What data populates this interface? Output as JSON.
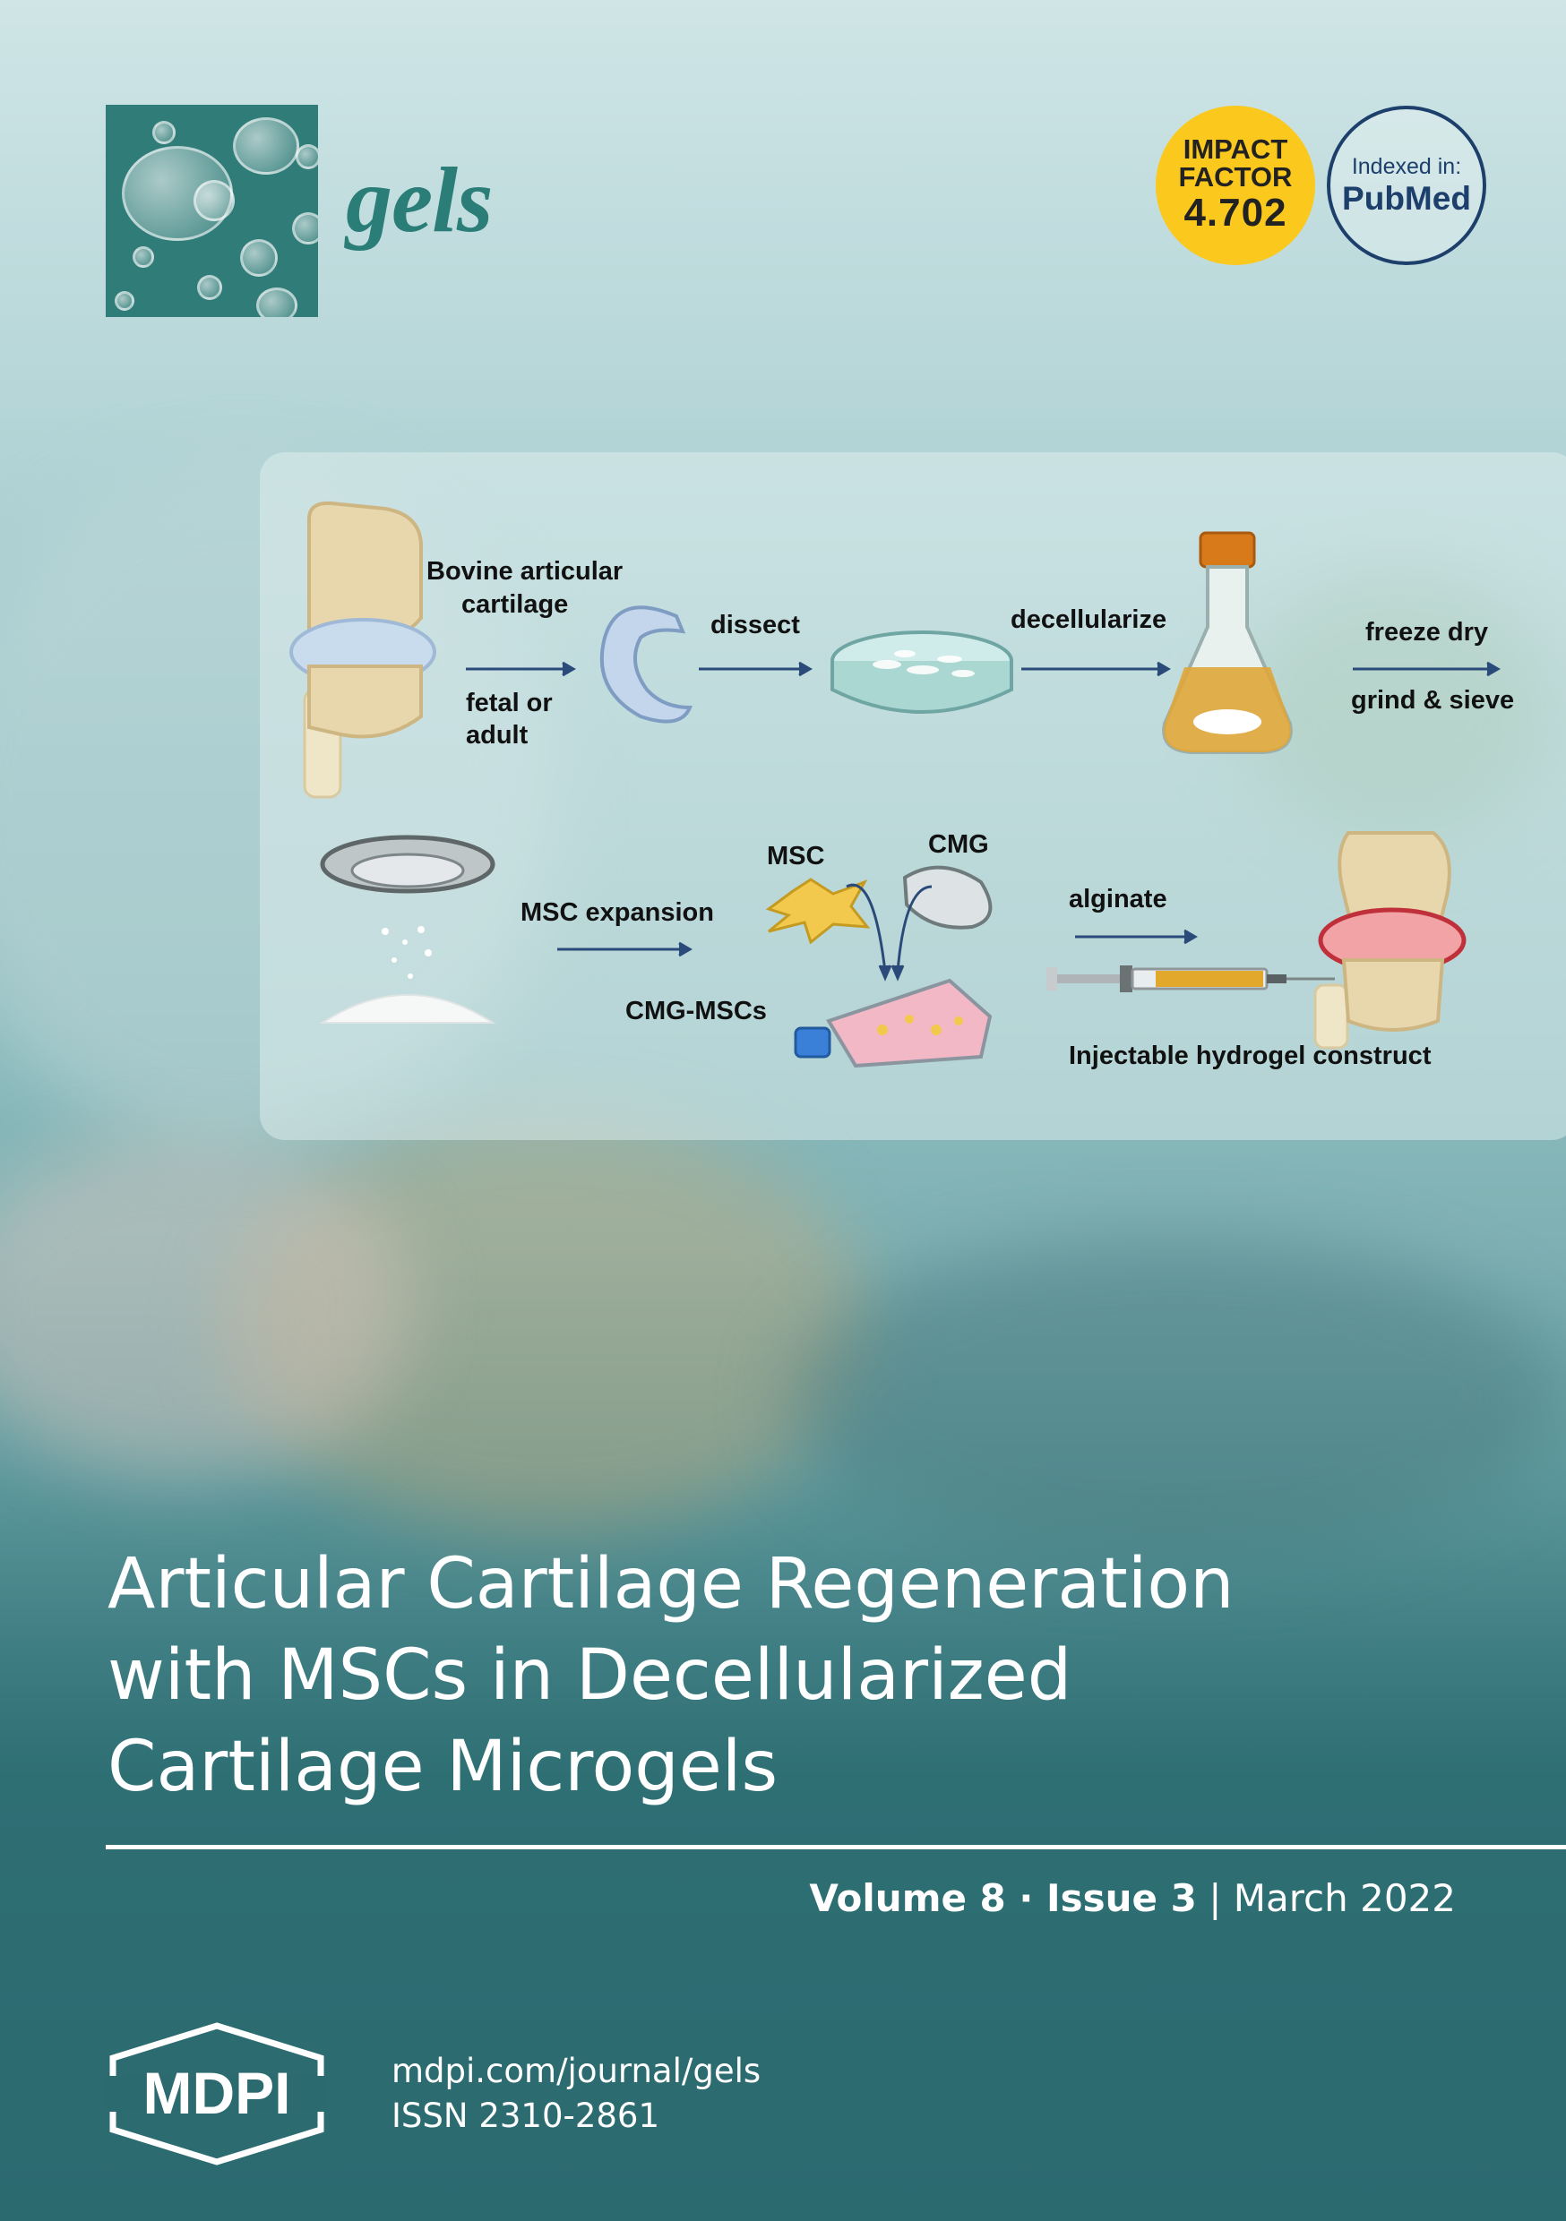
{
  "journal": {
    "name": "gels"
  },
  "badges": {
    "impact_factor": {
      "line1": "IMPACT",
      "line2": "FACTOR",
      "value": "4.702",
      "color": "#fbc81e"
    },
    "indexed": {
      "line1": "Indexed in:",
      "line2": "PubMed",
      "color": "#1d3f6b"
    }
  },
  "diagram": {
    "source_label_1": "Bovine articular",
    "source_label_2": "cartilage",
    "age_label_1": "fetal or",
    "age_label_2": "adult",
    "step_dissect": "dissect",
    "step_decellularize": "decellularize",
    "step_freeze_dry": "freeze dry",
    "step_grind_sieve": "grind & sieve",
    "label_msc": "MSC",
    "label_cmg": "CMG",
    "step_msc_expansion": "MSC expansion",
    "label_cmg_mscs": "CMG-MSCs",
    "step_alginate": "alginate",
    "label_injectable": "Injectable hydrogel construct"
  },
  "article": {
    "title_line1": "Articular Cartilage Regeneration",
    "title_line2": "with MSCs in Decellularized",
    "title_line3": "Cartilage Microgels"
  },
  "issue": {
    "volume": "Volume 8",
    "separator": " · ",
    "issue": "Issue 3",
    "divider": " | ",
    "date": "March 2022"
  },
  "publisher": {
    "name": "MDPI",
    "url": "mdpi.com/journal/gels",
    "issn": "ISSN 2310-2861"
  },
  "colors": {
    "brand_teal": "#2b7d78",
    "arrow": "#2a4a7a"
  }
}
